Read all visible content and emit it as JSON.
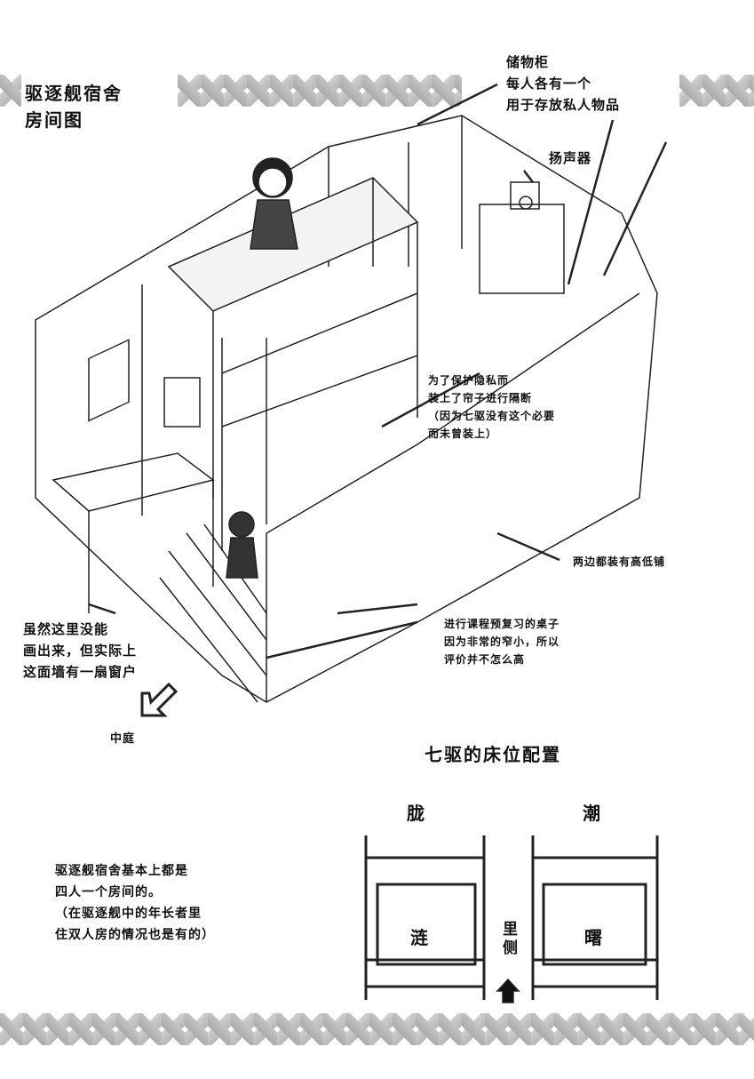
{
  "title": {
    "line1": "驱逐舰宿舍",
    "line2": "房间图"
  },
  "annotations": {
    "locker": [
      "储物柜",
      "每人各有一个",
      "用于存放私人物品"
    ],
    "speaker": "扬声器",
    "curtain": [
      "为了保护隐私而",
      "装上了帘子进行隔断",
      "（因为七驱没有这个必要",
      "而未曾装上）"
    ],
    "bunks": "两边都装有高低铺",
    "window": [
      "虽然这里没能",
      "画出来，但实际上",
      "这面墙有一扇窗户"
    ],
    "courtyard": "中庭",
    "desk": [
      "进行课程预复习的桌子",
      "因为非常的窄小，所以",
      "评价并不怎么高"
    ]
  },
  "bed_layout": {
    "title": "七驱的床位配置",
    "top_left": "胧",
    "top_right": "潮",
    "bottom_left": "涟",
    "bottom_right": "曙",
    "inner_side": "里侧"
  },
  "note": [
    "驱逐舰宿舍基本上都是",
    "四人一个房间的。",
    "（在驱逐舰中的年长者里",
    "住双人房的情况也是有的）"
  ]
}
